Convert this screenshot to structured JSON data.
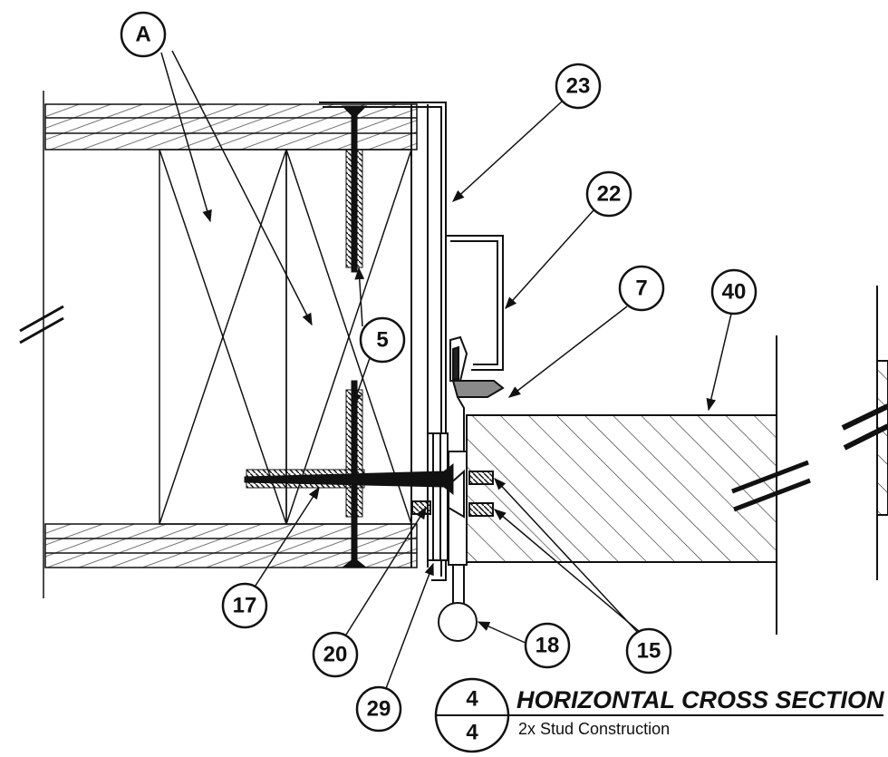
{
  "callouts": {
    "a": "A",
    "c23": "23",
    "c22": "22",
    "c7": "7",
    "c40": "40",
    "c5": "5",
    "c17": "17",
    "c20": "20",
    "c29": "29",
    "c18": "18",
    "c15": "15"
  },
  "title_block": {
    "detail_number": "4",
    "sheet_number": "4",
    "title": "HORIZONTAL CROSS SECTION",
    "subtitle": "2x Stud Construction"
  }
}
